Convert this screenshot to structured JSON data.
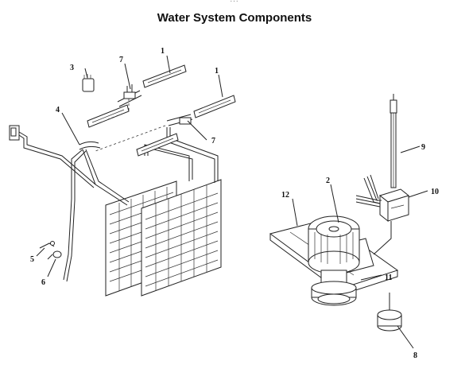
{
  "header": {
    "clipped_text": "...",
    "title": "Water System Components"
  },
  "callouts": {
    "c1a": "1",
    "c1b": "1",
    "c2": "2",
    "c3": "3",
    "c4": "4",
    "c5": "5",
    "c6": "6",
    "c7a": "7",
    "c7b": "7",
    "c8": "8",
    "c9": "9",
    "c10": "10",
    "c11": "11",
    "c12": "12"
  }
}
